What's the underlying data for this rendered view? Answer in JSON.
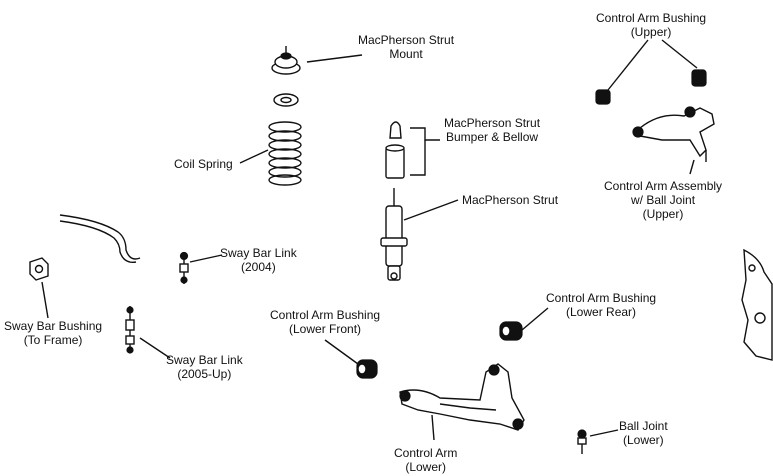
{
  "labels": {
    "strut_mount": [
      "MacPherson Strut",
      "Mount"
    ],
    "coil_spring": [
      "Coil Spring"
    ],
    "strut_bumper": [
      "MacPherson Strut",
      "Bumper & Bellow"
    ],
    "strut": [
      "MacPherson Strut"
    ],
    "ca_bushing_upper": [
      "Control Arm Bushing",
      "(Upper)"
    ],
    "ca_assembly_upper": [
      "Control Arm Assembly",
      "w/ Ball Joint",
      "(Upper)"
    ],
    "sway_bar_link_2004": [
      "Sway Bar Link",
      "(2004)"
    ],
    "sway_bar_bushing": [
      "Sway Bar Bushing",
      "(To Frame)"
    ],
    "sway_bar_link_2005": [
      "Sway Bar Link",
      "(2005-Up)"
    ],
    "ca_bushing_lower_front": [
      "Control Arm Bushing",
      "(Lower Front)"
    ],
    "ca_bushing_lower_rear": [
      "Control Arm Bushing",
      "(Lower Rear)"
    ],
    "control_arm_lower": [
      "Control Arm",
      "(Lower)"
    ],
    "ball_joint_lower": [
      "Ball Joint",
      "(Lower)"
    ]
  }
}
